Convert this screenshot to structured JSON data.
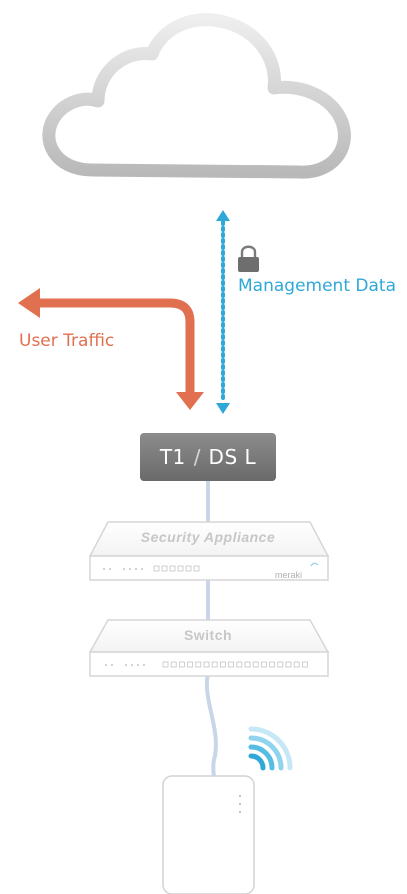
{
  "labels": {
    "management_data": "Management Data",
    "user_traffic": "User Traffic",
    "t1_left": "T1",
    "t1_sep": "/",
    "t1_right": "DS L",
    "security_appliance": "Security Appliance",
    "switch": "Switch",
    "brand": "meraki"
  },
  "colors": {
    "management_data": "#2fa8d8",
    "user_traffic": "#e0704f",
    "cable": "#c8d6e8",
    "device_outline": "#d6d6d6"
  },
  "icons": {
    "lock": "lock-icon",
    "wifi": "wifi-icon",
    "cloud": "cloud-icon"
  }
}
